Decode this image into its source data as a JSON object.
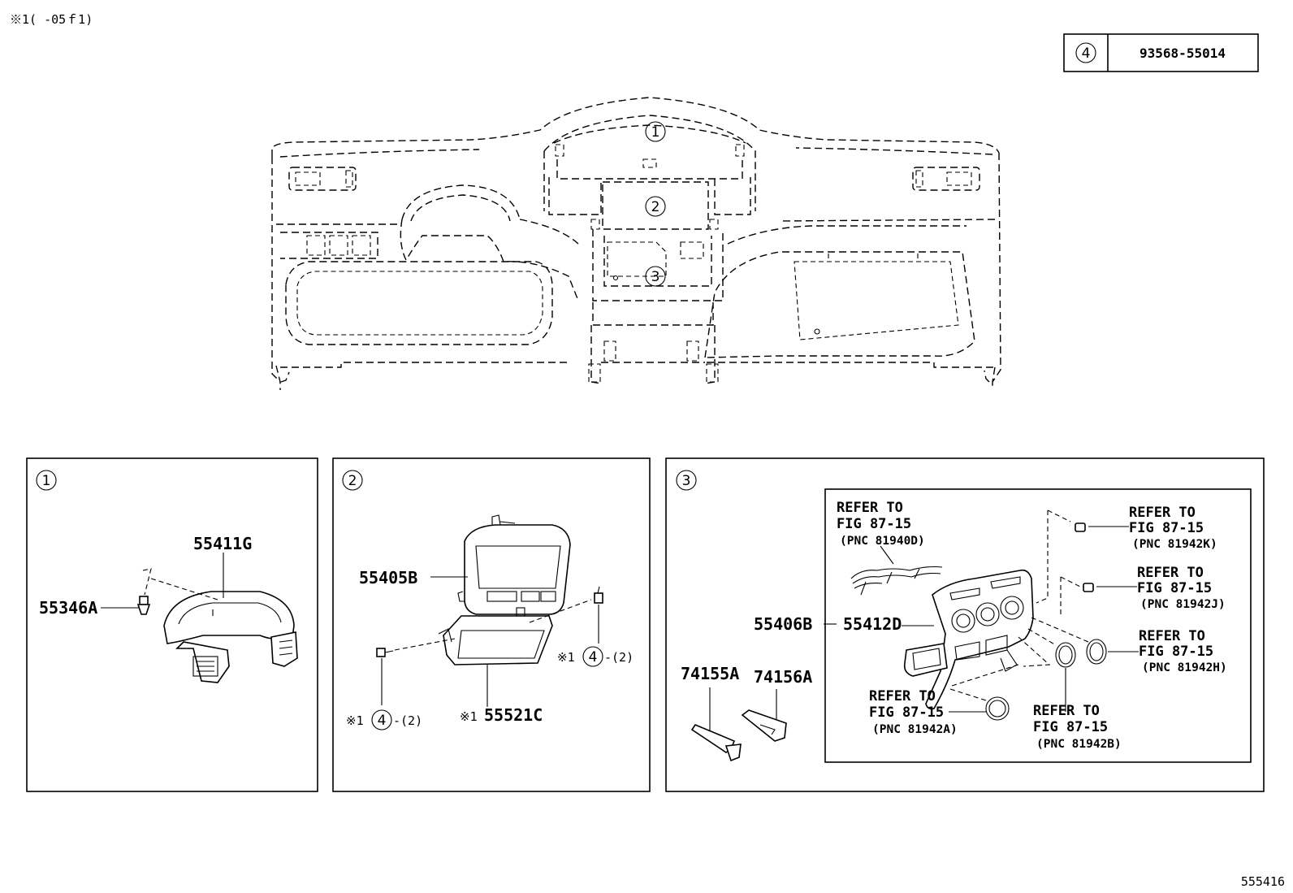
{
  "header": {
    "note": "※1(   -05ｆ1)",
    "table": {
      "ref": "4",
      "part": "93568-55014"
    }
  },
  "overview": {
    "callouts": [
      "1",
      "2",
      "3"
    ]
  },
  "panel1": {
    "number": "1",
    "parts": [
      "55411G",
      "55346A"
    ]
  },
  "panel2": {
    "number": "2",
    "parts": [
      "55405B",
      "55521C"
    ],
    "mark_prefix": "※1",
    "fastener_ref": "4",
    "fastener_qty": "-(2)"
  },
  "panel3": {
    "number": "3",
    "parts": [
      "55406B",
      "55412D",
      "74155A",
      "74156A"
    ],
    "refer_line1": "REFER TO",
    "refer_line2": "FIG 87-15",
    "pnc": [
      "(PNC 81940D)",
      "(PNC 81942K)",
      "(PNC 81942J)",
      "(PNC 81942H)",
      "(PNC 81942A)",
      "(PNC 81942B)"
    ]
  },
  "footer": {
    "drawing_id": "555416"
  }
}
